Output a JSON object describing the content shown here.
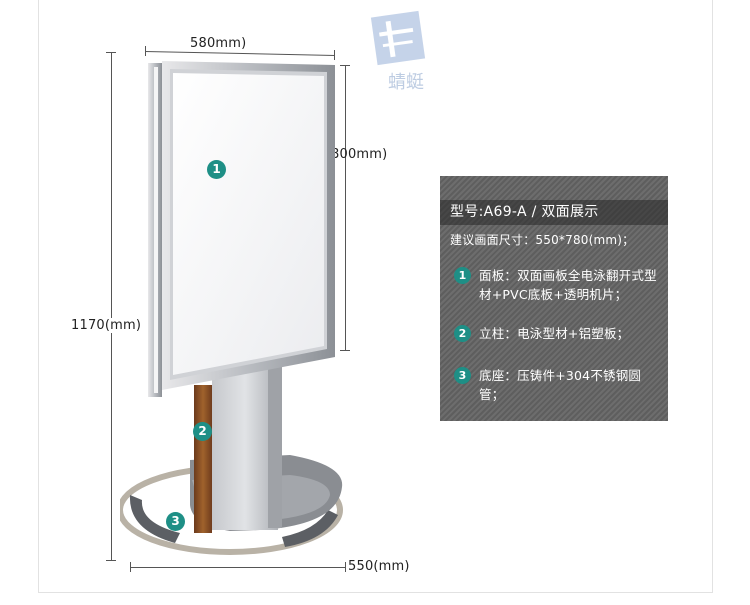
{
  "dimensions": {
    "width": "580mm)",
    "panel_height": "800mm)",
    "total_height": "1170(mm)",
    "base_width": "550(mm)"
  },
  "watermark": {
    "text": "蜻蜓",
    "icon": "dragonfly-logo-icon"
  },
  "markers": [
    "1",
    "2",
    "3"
  ],
  "info": {
    "title": "型号:A69-A / 双面展示",
    "size": "建议画面尺寸：550*780(mm)；",
    "items": [
      {
        "num": "1",
        "text": "面板：双面画板全电泳翻开式型材+PVC底板+透明机片；"
      },
      {
        "num": "2",
        "text": "立柱：电泳型材+铝塑板；"
      },
      {
        "num": "3",
        "text": "底座：压铸件+304不锈钢圆管；"
      }
    ]
  },
  "colors": {
    "accent": "#1e8f86",
    "panel_bg": "#666666"
  }
}
